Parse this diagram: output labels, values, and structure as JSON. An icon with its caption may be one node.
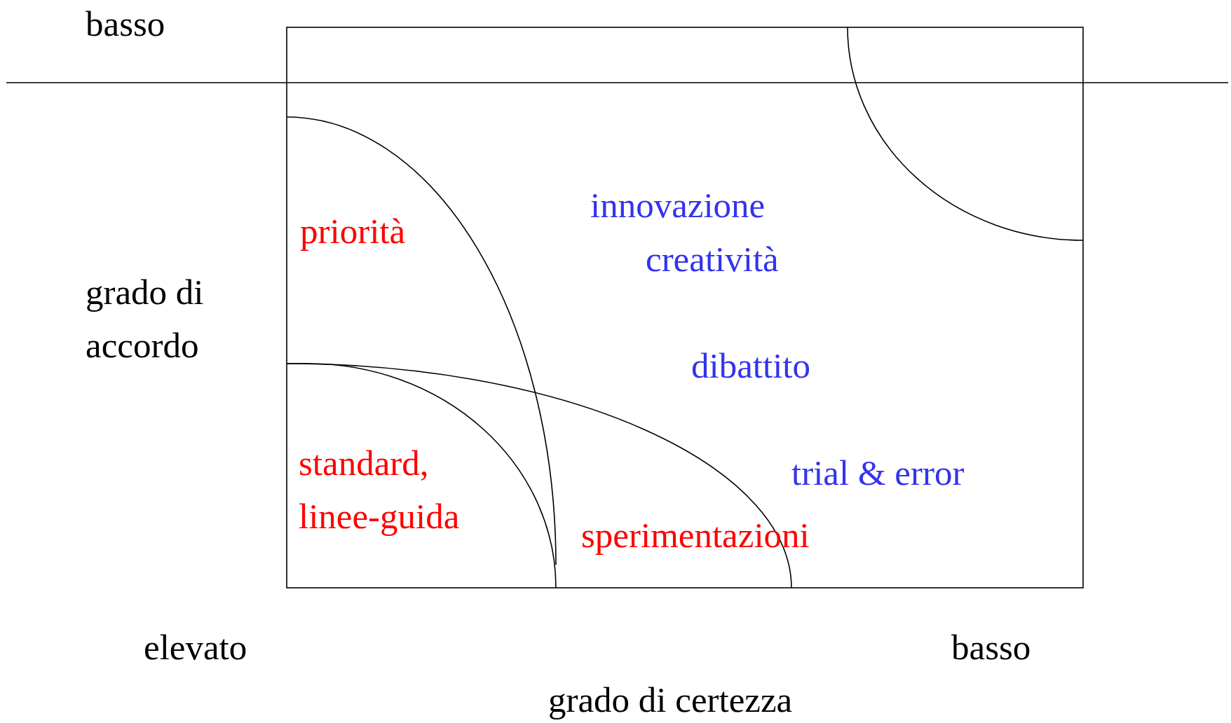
{
  "diagram": {
    "labels": [
      "basso",
      "grado di accordo",
      "elevato",
      "basso",
      "grado di certezza",
      "priorità",
      "innovazione",
      "creatività",
      "dibattito",
      "trial & error",
      "standard, linee-guida",
      "sperimentazioni"
    ]
  }
}
